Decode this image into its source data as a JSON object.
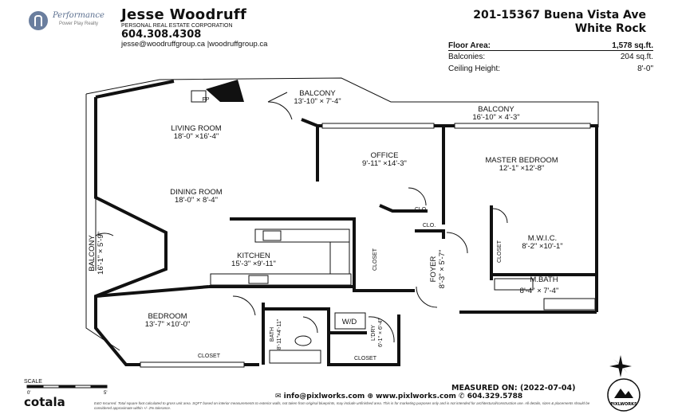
{
  "header": {
    "brand_name": "Performance",
    "brand_tagline": "Power Play Realty",
    "agent_name": "Jesse Woodruff",
    "agent_corp": "PERSONAL REAL ESTATE CORPORATION",
    "agent_phone": "604.308.4308",
    "agent_web": "jesse@woodruffgroup.ca  |woodruffgroup.ca",
    "address_line1": "201-15367 Buena Vista Ave",
    "address_line2": "White Rock"
  },
  "stats": [
    {
      "label": "Floor Area:",
      "value": "1,578 sq.ft."
    },
    {
      "label": "Balconies:",
      "value": "204 sq.ft."
    },
    {
      "label": "Ceiling Height:",
      "value": "8'-0\""
    }
  ],
  "rooms": {
    "balcony_top": {
      "name": "BALCONY",
      "dims": "13'-10\" × 7'-4\""
    },
    "balcony_right": {
      "name": "BALCONY",
      "dims": "16'-10\" × 4'-3\""
    },
    "living": {
      "name": "LIVING ROOM",
      "dims": "18'-0\" ×16'-4\""
    },
    "office": {
      "name": "OFFICE",
      "dims": "9'-11\" ×14'-3\""
    },
    "master": {
      "name": "MASTER BEDROOM",
      "dims": "12'-1\" ×12'-8\""
    },
    "dining": {
      "name": "DINING ROOM",
      "dims": "18'-0\" × 8'-4\""
    },
    "balcony_left": {
      "name": "BALCONY",
      "dims": "16'-1\" × 5'-9\""
    },
    "kitchen": {
      "name": "KITCHEN",
      "dims": "15'-3\" ×9'-11\""
    },
    "mwic": {
      "name": "M.W.I.C.",
      "dims": "8'-2\" ×10'-1\""
    },
    "foyer": {
      "name": "FOYER",
      "dims": "8'-3\" × 5'-7\""
    },
    "mbath": {
      "name": "M.BATH",
      "dims": "8'-4\" × 7'-4\""
    },
    "bedroom": {
      "name": "BEDROOM",
      "dims": "13'-7\" ×10'-0\""
    },
    "bath": {
      "name": "BATH",
      "dims": "8'-11\"×4'-11\""
    },
    "wd": {
      "name": "W/D"
    },
    "ldry": {
      "name": "L'DRY",
      "dims": "6'-1\" × 6'-4\""
    },
    "fp": "FP",
    "clo1": "CLO.",
    "clo2": "CLO.",
    "closet_kitchen": "CLOSET",
    "closet_mwic": "CLOSET",
    "closet_bed": "CLOSET",
    "closet_ldry": "CLOSET"
  },
  "footer": {
    "scale_label": "SCALE",
    "scale_0": "0'",
    "scale_5": "5'",
    "brand": "cotala",
    "measured": "MEASURED ON: (2022-07-04)",
    "contact": "✉ info@pixlworks.com  ⊕ www.pixlworks.com  ✆ 604.329.5788",
    "disclaimer": "E&O Incurred. Total square foot calculated to gross unit area. SQFT based on interior measurements to exterior walls, not taken from original blueprints, may include unfinished area. This is for marketing purposes only and is not intended for architectural/construction use. All details, sizes & placements should be considered approximate within +/- 2% tolerance.",
    "pixlworks": "PIXLWORKS"
  }
}
